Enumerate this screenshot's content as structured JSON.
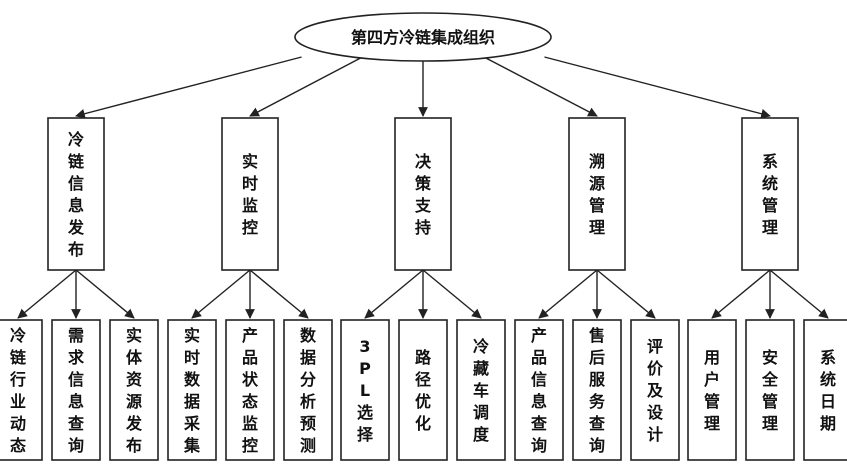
{
  "root": {
    "label": "第四方冷链集成组织"
  },
  "modules": [
    {
      "label": "冷链信息发布",
      "children": [
        "冷链行业动态",
        "需求信息查询",
        "实体资源发布"
      ]
    },
    {
      "label": "实时监控",
      "children": [
        "实时数据采集",
        "产品状态监控",
        "数据分析预测"
      ]
    },
    {
      "label": "决策支持",
      "children": [
        "3PL选择",
        "路径优化",
        "冷藏车调度"
      ]
    },
    {
      "label": "溯源管理",
      "children": [
        "产品信息查询",
        "售后服务查询",
        "评价及设计"
      ]
    },
    {
      "label": "系统管理",
      "children": [
        "用户管理",
        "安全管理",
        "系统日期"
      ]
    }
  ]
}
